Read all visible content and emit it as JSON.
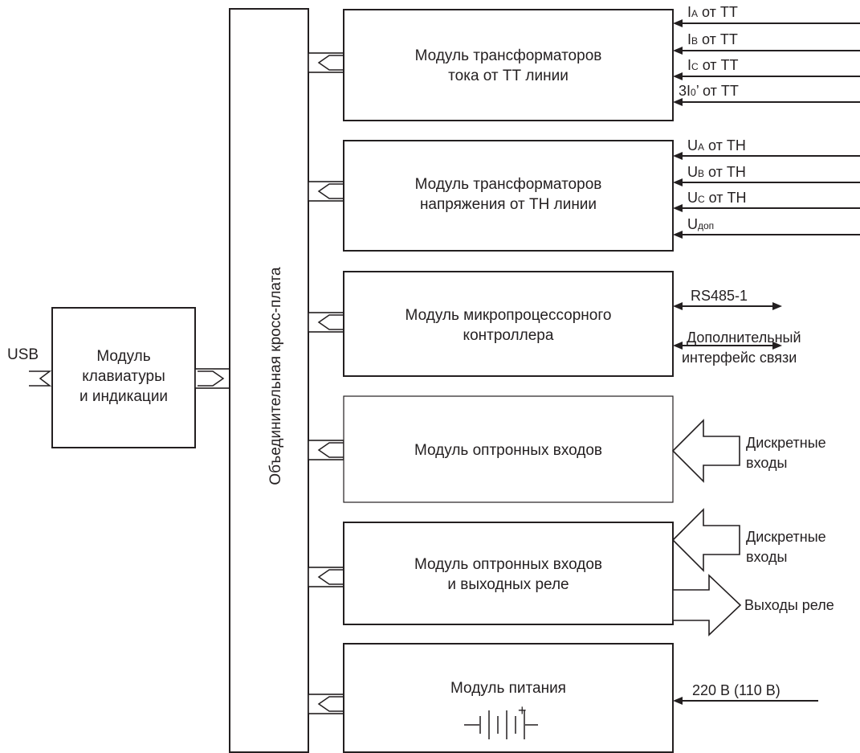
{
  "keyboard_module": {
    "usb_label": "USB",
    "lines": [
      "Модуль",
      "клавиатуры",
      "и индикации"
    ]
  },
  "cross_board": {
    "label": "Объединительная кросс-плата"
  },
  "current_module": {
    "lines": [
      "Модуль трансформаторов",
      "тока от ТТ линии"
    ],
    "inputs": [
      {
        "main": "I",
        "sub": "A",
        "rest": " от ТТ"
      },
      {
        "main": "I",
        "sub": "B",
        "rest": " от ТТ"
      },
      {
        "main": "I",
        "sub": "C",
        "rest": " от ТТ"
      },
      {
        "main": "3I",
        "sub": "0",
        "rest": "’ от ТТ"
      }
    ]
  },
  "voltage_module": {
    "lines": [
      "Модуль трансформаторов",
      "напряжения от ТН линии"
    ],
    "inputs": [
      {
        "main": "U",
        "sub": "A",
        "rest": " от ТН"
      },
      {
        "main": "U",
        "sub": "B",
        "rest": " от ТН"
      },
      {
        "main": "U",
        "sub": "C",
        "rest": " от ТН"
      },
      {
        "main": "U",
        "sub": "доп",
        "rest": ""
      }
    ]
  },
  "cpu_module": {
    "lines": [
      "Модуль микропроцессорного",
      "контроллера"
    ],
    "rs485": "RS485-1",
    "extra_interface": [
      "Дополнительный",
      "интерфейс связи"
    ]
  },
  "optocoupler_module": {
    "text": "Модуль оптронных входов",
    "input_label": [
      "Дискретные",
      "входы"
    ]
  },
  "relay_module": {
    "lines": [
      "Модуль оптронных входов",
      "и выходных реле"
    ],
    "input_label": [
      "Дискретные",
      "входы"
    ],
    "output_label": "Выходы реле"
  },
  "power_module": {
    "text": "Модуль питания",
    "plus": "+",
    "supply_label": "220 В (110 В)"
  }
}
